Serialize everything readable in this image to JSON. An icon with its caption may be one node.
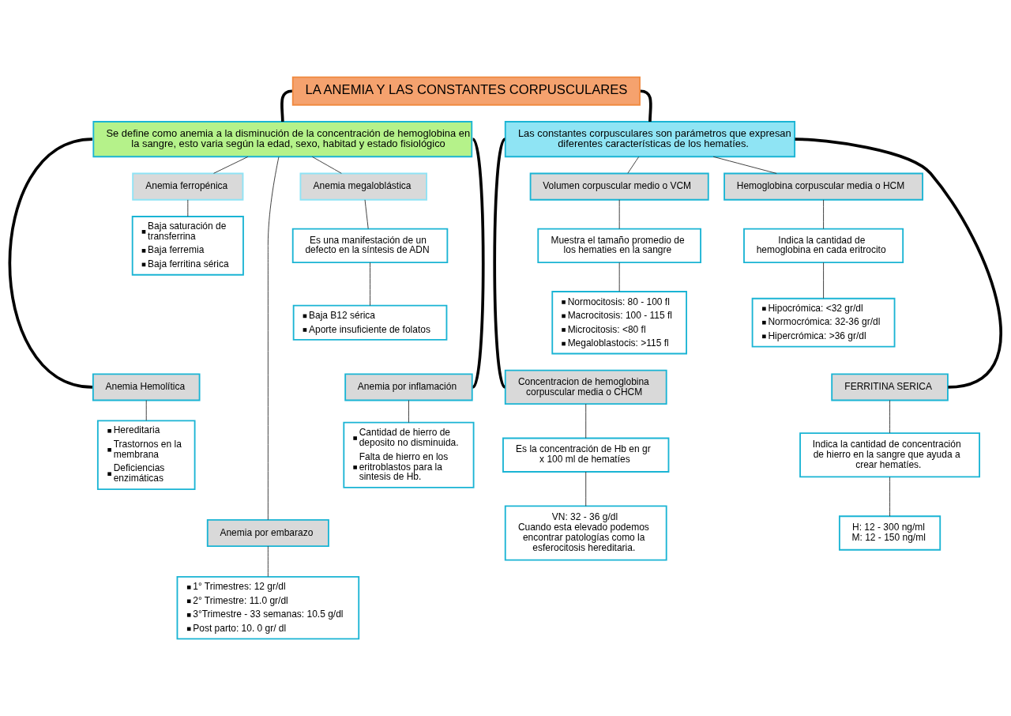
{
  "diagram": {
    "nodes": [
      {
        "text": [
          "LA ANEMIA Y LAS CONSTANTES CORPUSCULARES"
        ]
      },
      {
        "text": [
          "Se define como anemia a la disminución de la concentración de hemoglobina en la sangre, esto varia según la edad, sexo, habitad y estado fisiológico"
        ]
      },
      {
        "text": [
          "Anemia ferropénica"
        ]
      },
      {
        "text": [
          "Anemia megaloblástica"
        ]
      },
      {
        "text": [
          "Baja saturación de transferrina",
          "Baja ferremia",
          "Baja ferritina sérica"
        ]
      },
      {
        "text": [
          "Es una manifestación de un defecto en la síntesis de ADN"
        ]
      },
      {
        "text": [
          "Baja B12 sérica",
          "Aporte insuficiente de folatos"
        ]
      },
      {
        "text": [
          "Anemia Hemolítica"
        ]
      },
      {
        "text": [
          "Anemia por inflamación"
        ]
      },
      {
        "text": [
          "Hereditaria",
          "Trastornos en la membrana",
          "Deficiencias enzimáticas"
        ]
      },
      {
        "text": [
          "Cantidad de hierro de deposito no disminuida.",
          "Falta de hierro en los eritroblastos para la sintesis de Hb."
        ]
      },
      {
        "text": [
          "Anemia por embarazo"
        ]
      },
      {
        "text": [
          "1° Trimestres: 12 gr/dl",
          "2° Trimestre: 11.0 gr/dl",
          "3°Trimestre - 33 semanas: 10.5 g/dl",
          "Post parto: 10. 0 gr/ dl"
        ]
      },
      {
        "text": [
          "Las constantes corpusculares son parámetros que expresan diferentes características de los hematíes."
        ]
      },
      {
        "text": [
          "Volumen corpuscular medio o VCM"
        ]
      },
      {
        "text": [
          "Hemoglobina corpuscular media o HCM"
        ]
      },
      {
        "text": [
          "Muestra el tamaño promedio de los hematies en la sangre"
        ]
      },
      {
        "text": [
          "Indica la cantidad de hemoglobina en cada eritrocito"
        ]
      },
      {
        "text": [
          "Normocitosis: 80 - 100 fl",
          "Macrocitosis: 100 - 115 fl",
          "Microcitosis: <80 fl",
          "Megaloblastocis: >115 fl"
        ]
      },
      {
        "text": [
          "Hipocrómica: <32 gr/dl",
          "Normocrómica: 32-36 gr/dl",
          "Hipercrómica: >36 gr/dl"
        ]
      },
      {
        "text": [
          "Concentracion de hemoglobina corpuscular media o CHCM"
        ]
      },
      {
        "text": [
          "FERRITINA SERICA"
        ]
      },
      {
        "text": [
          "Es la concentración de Hb en gr x 100 ml de hematíes"
        ]
      },
      {
        "text": [
          "Indica la cantidad de concentración de hierro en la sangre que ayuda a crear hematíes."
        ]
      },
      {
        "text": [
          "VN: 32 - 36 g/dl",
          "Cuando esta elevado podemos encontrar patologías como la esferocitosis hereditaria."
        ]
      },
      {
        "text": [
          "H: 12 - 300 ng/ml",
          "M: 12 - 150 ng/ml"
        ]
      }
    ],
    "edges": [
      {
        "from": 0,
        "to": 1,
        "arrow": "none",
        "style": "thick"
      },
      {
        "from": 0,
        "to": 13,
        "arrow": "none",
        "style": "thick"
      },
      {
        "from": 1,
        "to": 7,
        "arrow": "none",
        "style": "thick"
      },
      {
        "from": 1,
        "to": 2,
        "arrow": "none"
      },
      {
        "from": 1,
        "to": 11,
        "arrow": "none"
      },
      {
        "from": 1,
        "to": 3,
        "arrow": "none"
      },
      {
        "from": 1,
        "to": 8,
        "arrow": "none",
        "style": "thick"
      },
      {
        "from": 2,
        "to": 4,
        "arrow": "none"
      },
      {
        "from": 3,
        "to": 5,
        "arrow": "none"
      },
      {
        "from": 5,
        "to": 6,
        "arrow": "none"
      },
      {
        "from": 7,
        "to": 9,
        "arrow": "none"
      },
      {
        "from": 8,
        "to": 10,
        "arrow": "none"
      },
      {
        "from": 11,
        "to": 12,
        "arrow": "none"
      },
      {
        "from": 13,
        "to": 20,
        "arrow": "none",
        "style": "thick"
      },
      {
        "from": 13,
        "to": 14,
        "arrow": "none"
      },
      {
        "from": 13,
        "to": 15,
        "arrow": "none"
      },
      {
        "from": 13,
        "to": 21,
        "arrow": "none",
        "style": "thick"
      },
      {
        "from": 14,
        "to": 16,
        "arrow": "none"
      },
      {
        "from": 16,
        "to": 18,
        "arrow": "none"
      },
      {
        "from": 15,
        "to": 17,
        "arrow": "none"
      },
      {
        "from": 17,
        "to": 19,
        "arrow": "none"
      },
      {
        "from": 20,
        "to": 22,
        "arrow": "none"
      },
      {
        "from": 22,
        "to": 24,
        "arrow": "none"
      },
      {
        "from": 21,
        "to": 23,
        "arrow": "none"
      },
      {
        "from": 23,
        "to": 25,
        "arrow": "none"
      }
    ]
  }
}
